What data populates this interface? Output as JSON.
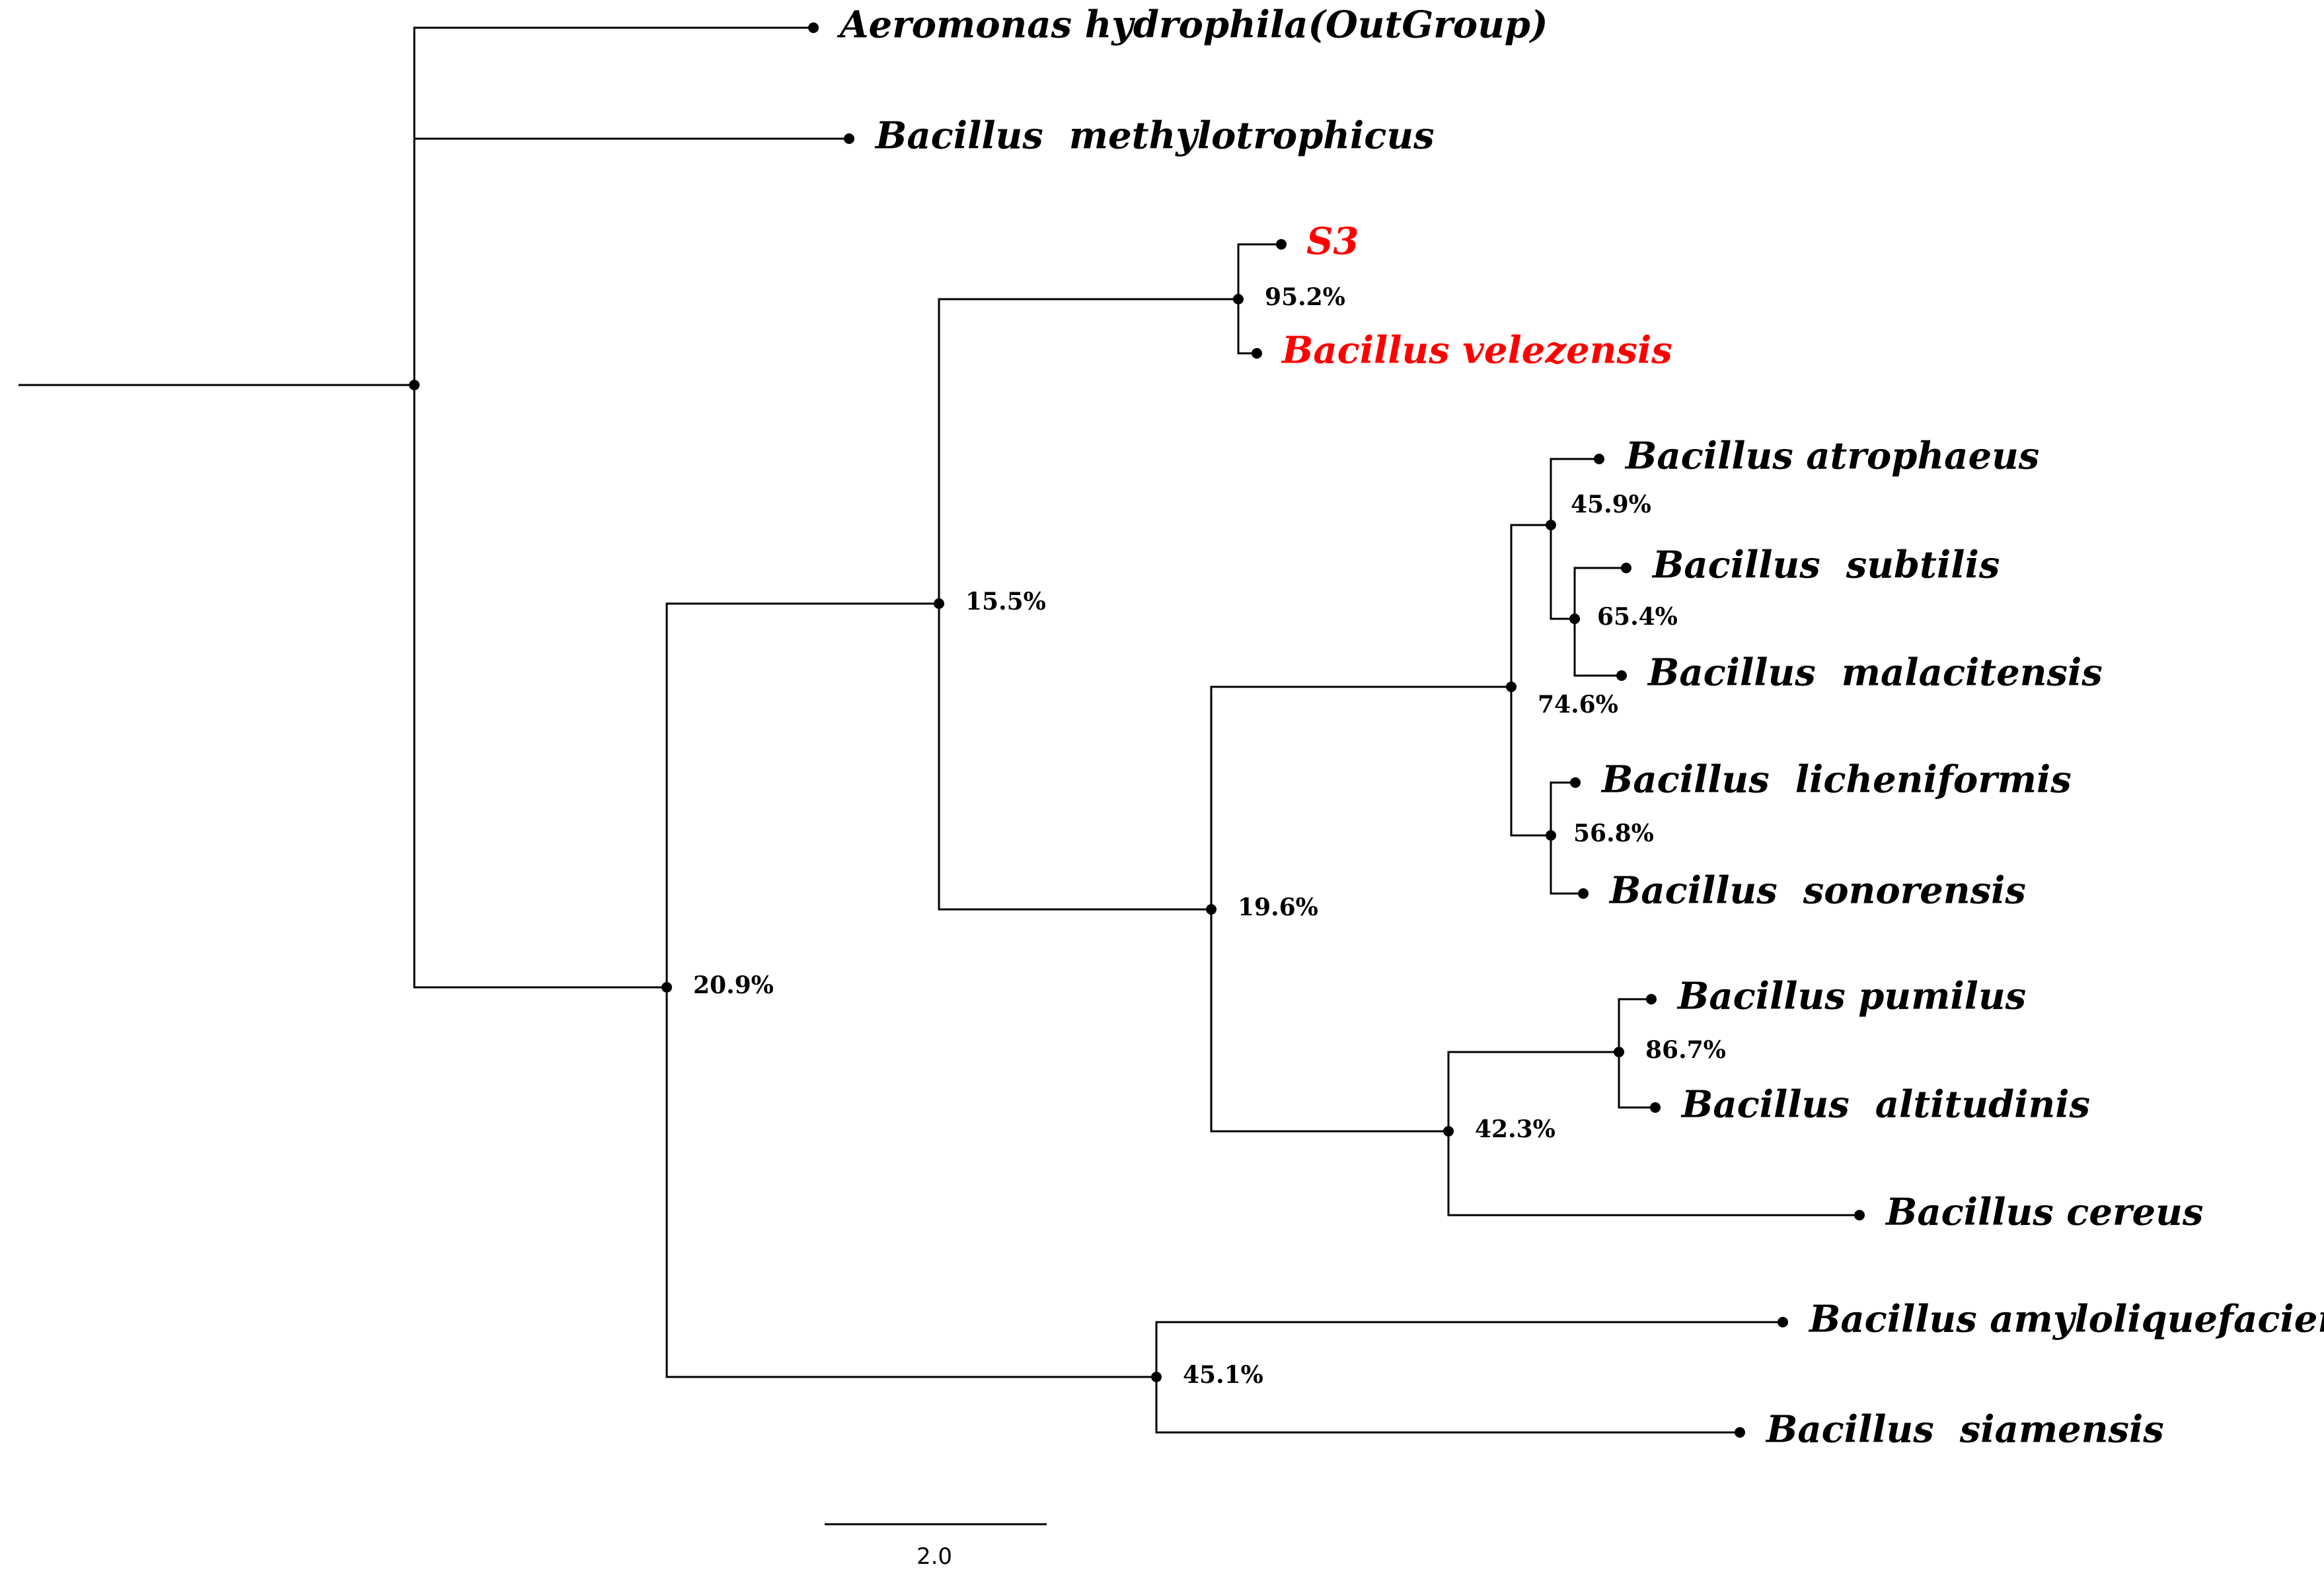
{
  "colors": {
    "line": "#000000",
    "highlight": "#ff0000"
  },
  "tree": {
    "leaves": [
      {
        "id": "aeromonas",
        "label": "Aeromonas hydrophila(OutGroup)",
        "highlight": false
      },
      {
        "id": "methylo",
        "label": "Bacillus  methylotrophicus",
        "highlight": false
      },
      {
        "id": "s3",
        "label": "S3",
        "highlight": true
      },
      {
        "id": "velezensis",
        "label": "Bacillus velezensis",
        "highlight": true
      },
      {
        "id": "atrophaeus",
        "label": "Bacillus atrophaeus",
        "highlight": false
      },
      {
        "id": "subtilis",
        "label": "Bacillus  subtilis",
        "highlight": false
      },
      {
        "id": "malacitensis",
        "label": "Bacillus  malacitensis",
        "highlight": false
      },
      {
        "id": "licheniformis",
        "label": "Bacillus  licheniformis",
        "highlight": false
      },
      {
        "id": "sonorensis",
        "label": "Bacillus  sonorensis",
        "highlight": false
      },
      {
        "id": "pumilus",
        "label": "Bacillus pumilus",
        "highlight": false
      },
      {
        "id": "altitudinis",
        "label": "Bacillus  altitudinis",
        "highlight": false
      },
      {
        "id": "cereus",
        "label": "Bacillus cereus",
        "highlight": false
      },
      {
        "id": "amylo",
        "label": "Bacillus amyloliquefaciens",
        "highlight": false
      },
      {
        "id": "siamensis",
        "label": "Bacillus  siamensis",
        "highlight": false
      }
    ],
    "internal_nodes": [
      {
        "id": "root",
        "support": ""
      },
      {
        "id": "n209",
        "support": "20.9%"
      },
      {
        "id": "n155",
        "support": "15.5%"
      },
      {
        "id": "n952",
        "support": "95.2%"
      },
      {
        "id": "n196",
        "support": "19.6%"
      },
      {
        "id": "n746",
        "support": "74.6%"
      },
      {
        "id": "n459",
        "support": "45.9%"
      },
      {
        "id": "n654",
        "support": "65.4%"
      },
      {
        "id": "n568",
        "support": "56.8%"
      },
      {
        "id": "n423",
        "support": "42.3%"
      },
      {
        "id": "n867",
        "support": "86.7%"
      },
      {
        "id": "n451",
        "support": "45.1%"
      }
    ],
    "edges": [
      [
        "root",
        "aeromonas"
      ],
      [
        "root",
        "methylo"
      ],
      [
        "root",
        "n209"
      ],
      [
        "n209",
        "n155"
      ],
      [
        "n209",
        "n451"
      ],
      [
        "n155",
        "n952"
      ],
      [
        "n155",
        "n196"
      ],
      [
        "n952",
        "s3"
      ],
      [
        "n952",
        "velezensis"
      ],
      [
        "n196",
        "n746"
      ],
      [
        "n196",
        "n423"
      ],
      [
        "n746",
        "n459"
      ],
      [
        "n746",
        "n568"
      ],
      [
        "n459",
        "atrophaeus"
      ],
      [
        "n459",
        "n654"
      ],
      [
        "n654",
        "subtilis"
      ],
      [
        "n654",
        "malacitensis"
      ],
      [
        "n568",
        "licheniformis"
      ],
      [
        "n568",
        "sonorensis"
      ],
      [
        "n423",
        "n867"
      ],
      [
        "n423",
        "cereus"
      ],
      [
        "n867",
        "pumilus"
      ],
      [
        "n867",
        "altitudinis"
      ],
      [
        "n451",
        "amylo"
      ],
      [
        "n451",
        "siamensis"
      ]
    ]
  },
  "scale_bar": {
    "label": "2.0"
  }
}
